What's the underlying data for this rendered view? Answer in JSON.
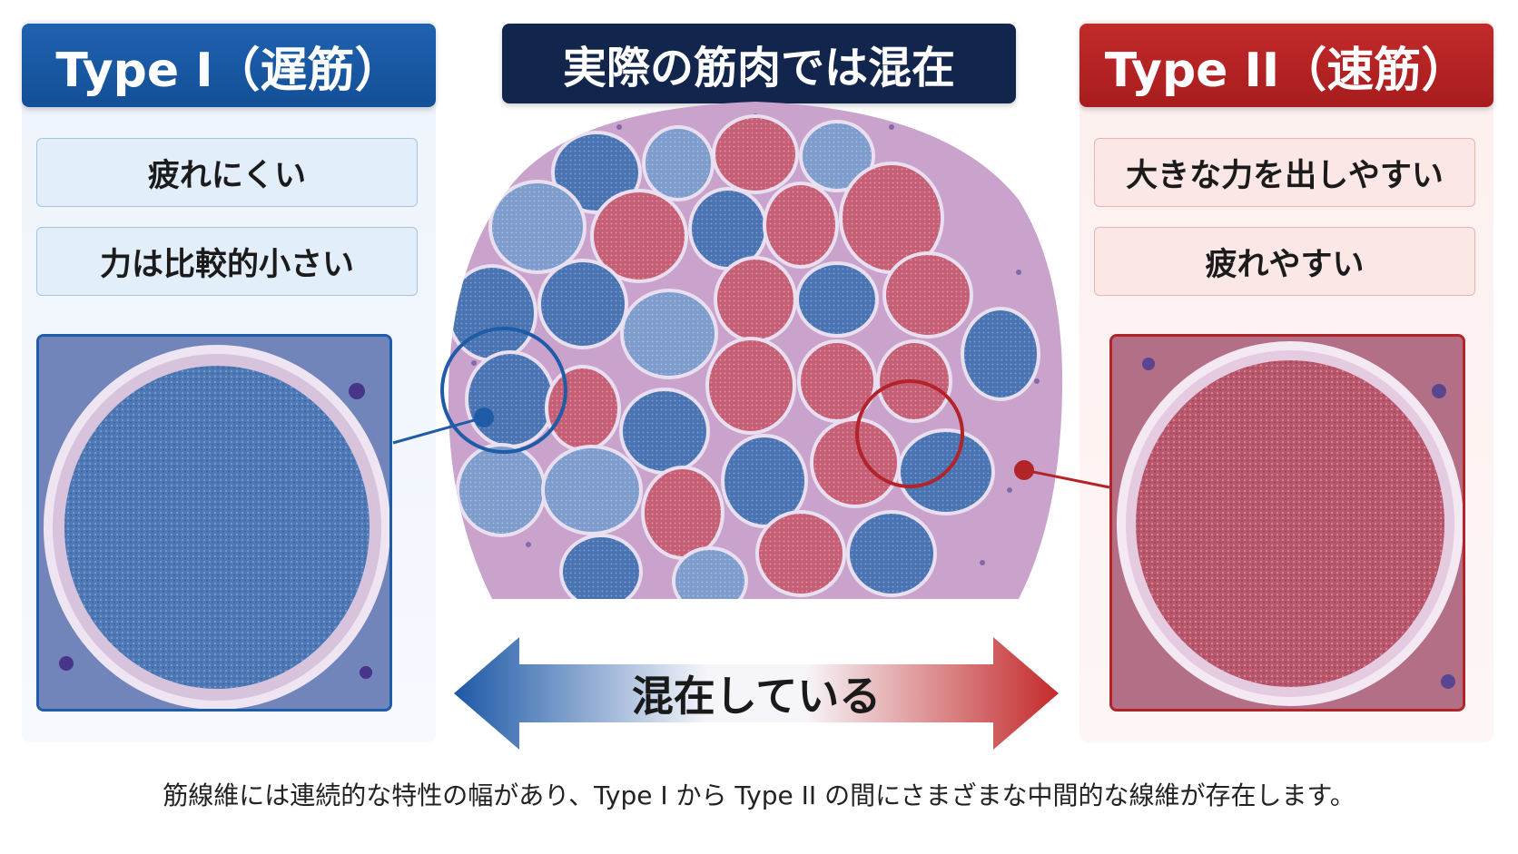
{
  "headers": {
    "type1": "Type I（遅筋）",
    "center": "実際の筋肉では混在",
    "type2": "Type II（速筋）"
  },
  "type1_traits": [
    "疲れにくい",
    "力は比較的小さい"
  ],
  "type2_traits": [
    "大きな力を出しやすい",
    "疲れやすい"
  ],
  "arrow_label": "混在している",
  "footer_note": "筋線維には連続的な特性の幅があり、Type I から Type II の間にさまざまな中間的な線維が存在します。",
  "colors": {
    "type1_blue": "#1e5ca8",
    "type2_red": "#b3232a",
    "center_navy": "#12254c",
    "fiber_blue": "#4f77b3",
    "fiber_red": "#c9687a",
    "tissue_pink": "#cba6cf"
  }
}
